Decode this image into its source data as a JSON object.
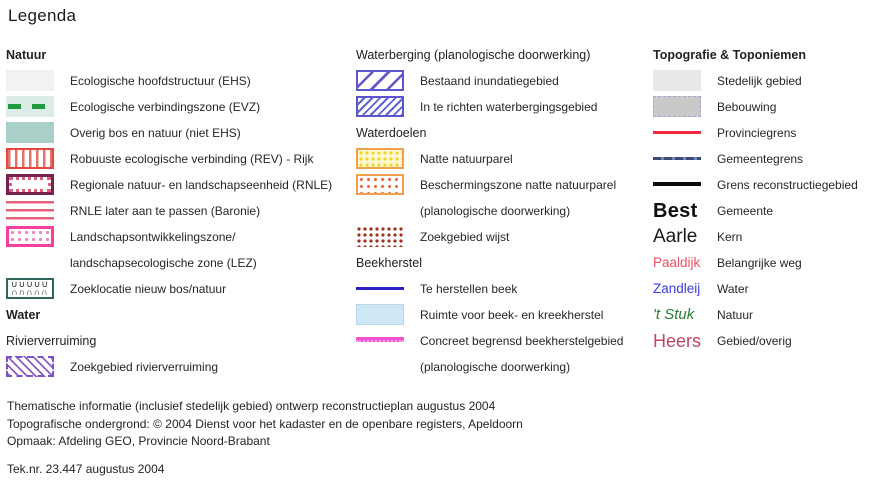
{
  "title": "Legenda",
  "colors": {
    "teal_nature": "#a9cfc9",
    "evz_green": "#1e9b40",
    "rev_red": "#e5473f",
    "rnle_purple": "#77234f",
    "lez_pink": "#f540a0",
    "water_blue": "#5b55cf",
    "parel_orange": "#f0a04a",
    "beek_blue": "#2b23c4",
    "beekherstel_magenta": "#f44fd0",
    "provinciegrens_red": "#f1273f",
    "gemeentegrens_blue": "#3e4a76",
    "reconstructie_black": "#0d0d0d"
  },
  "columns": [
    {
      "entries": [
        {
          "type": "header",
          "bold": true,
          "text": "Natuur"
        },
        {
          "type": "item",
          "swatch": "ehs",
          "lines": [
            "Ecologische hoofdstructuur (EHS)"
          ]
        },
        {
          "type": "item",
          "swatch": "evz",
          "lines": [
            "Ecologische verbindingszone (EVZ)"
          ]
        },
        {
          "type": "item",
          "swatch": "overig-bos",
          "lines": [
            "Overig bos en natuur (niet EHS)"
          ]
        },
        {
          "type": "item",
          "swatch": "rev",
          "lines": [
            "Robuuste ecologische verbinding (REV) - Rijk"
          ]
        },
        {
          "type": "item",
          "swatch": "rnle",
          "lines": [
            "Regionale natuur- en landschapseenheid (RNLE)"
          ]
        },
        {
          "type": "item",
          "swatch": "rnle-later",
          "lines": [
            "RNLE later aan te passen (Baronie)"
          ]
        },
        {
          "type": "item",
          "swatch": "lez",
          "lines": [
            "Landschapsontwikkelingszone/",
            "landschapsecologische zone (LEZ)"
          ]
        },
        {
          "type": "item",
          "swatch": "zoeklocatie",
          "lines": [
            "Zoeklocatie nieuw bos/natuur"
          ]
        },
        {
          "type": "header",
          "bold": true,
          "text": "Water"
        },
        {
          "type": "header",
          "bold": false,
          "text": "Rivierverruiming"
        },
        {
          "type": "item",
          "swatch": "rivierverruiming",
          "lines": [
            "Zoekgebied rivierverruiming"
          ]
        }
      ]
    },
    {
      "entries": [
        {
          "type": "header",
          "bold": false,
          "text": "Waterberging (planologische doorwerking)"
        },
        {
          "type": "item",
          "swatch": "inundatiegebied",
          "lines": [
            "Bestaand inundatiegebied"
          ]
        },
        {
          "type": "item",
          "swatch": "waterberging",
          "lines": [
            "In te richten waterbergingsgebied"
          ]
        },
        {
          "type": "header",
          "bold": false,
          "text": "Waterdoelen"
        },
        {
          "type": "item",
          "swatch": "natte-natuurparel",
          "lines": [
            "Natte natuurparel"
          ]
        },
        {
          "type": "item",
          "swatch": "beschermingszone",
          "lines": [
            "Beschermingszone natte natuurparel",
            "(planologische doorwerking)"
          ]
        },
        {
          "type": "item",
          "swatch": "wijst",
          "lines": [
            "Zoekgebied wijst"
          ]
        },
        {
          "type": "header",
          "bold": false,
          "text": "Beekherstel"
        },
        {
          "type": "item",
          "swatch": "te-herstellen-beek",
          "lines": [
            "Te herstellen beek"
          ]
        },
        {
          "type": "item",
          "swatch": "kreekherstel",
          "lines": [
            "Ruimte voor beek- en kreekherstel"
          ]
        },
        {
          "type": "item",
          "swatch": "beekherstelgebied",
          "lines": [
            "Concreet begrensd beekherstelgebied",
            "(planologische doorwerking)"
          ]
        }
      ]
    },
    {
      "entries": [
        {
          "type": "header",
          "bold": true,
          "text": "Topografie & Toponiemen"
        },
        {
          "type": "item",
          "swatch": "stedelijk-gebied",
          "lines": [
            "Stedelijk gebied"
          ]
        },
        {
          "type": "item",
          "swatch": "bebouwing",
          "lines": [
            "Bebouwing"
          ]
        },
        {
          "type": "item",
          "swatch": "provinciegrens",
          "lines": [
            "Provinciegrens"
          ]
        },
        {
          "type": "item",
          "swatch": "gemeentegrens",
          "lines": [
            "Gemeentegrens"
          ]
        },
        {
          "type": "item",
          "swatch": "grens-reconstructiegebied",
          "lines": [
            "Grens reconstructiegebied"
          ]
        },
        {
          "type": "toponym",
          "style": "gemeente",
          "sample": "Best",
          "label": "Gemeente"
        },
        {
          "type": "toponym",
          "style": "kern",
          "sample": "Aarle",
          "label": "Kern"
        },
        {
          "type": "toponym",
          "style": "belangrijke-weg",
          "sample": "Paaldijk",
          "label": "Belangrijke weg"
        },
        {
          "type": "toponym",
          "style": "water",
          "sample": "Zandleij",
          "label": "Water"
        },
        {
          "type": "toponym",
          "style": "natuur",
          "sample": "'t Stuk",
          "label": "Natuur"
        },
        {
          "type": "toponym",
          "style": "gebied-overig",
          "sample": "Heers",
          "label": "Gebied/overig"
        }
      ]
    }
  ],
  "footer": {
    "lines": [
      "Thematische informatie (inclusief stedelijk gebied)  ontwerp reconstructieplan augustus 2004",
      "Topografische ondergrond: © 2004 Dienst voor het kadaster en de openbare registers, Apeldoorn",
      "Opmaak: Afdeling GEO, Provincie Noord-Brabant"
    ],
    "teknr": "Tek.nr. 23.447  augustus 2004"
  }
}
